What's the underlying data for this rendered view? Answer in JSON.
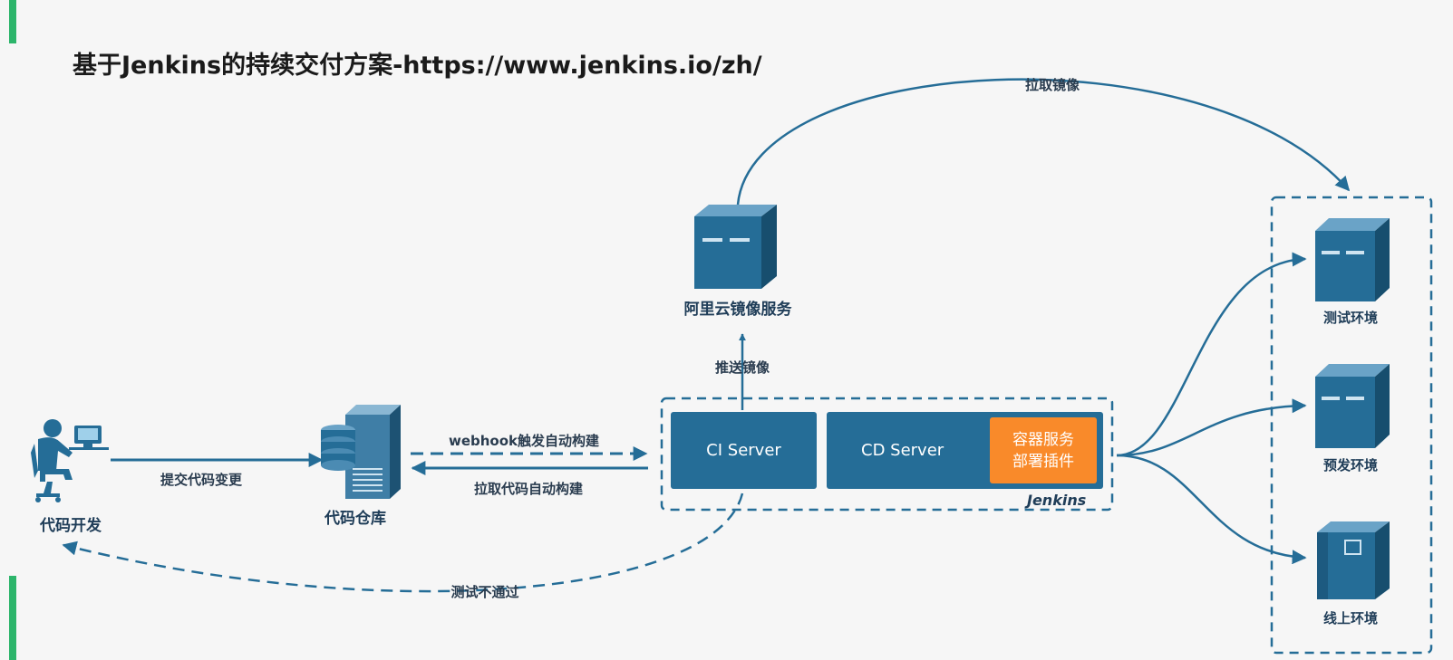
{
  "title": "基于Jenkins的持续交付方案-https://www.jenkins.io/zh/",
  "nodes": {
    "developer": "代码开发",
    "repo": "代码仓库",
    "registry": "阿里云镜像服务",
    "test_env": "测试环境",
    "pre_env": "预发环境",
    "prod_env": "线上环境"
  },
  "jenkins": {
    "label": "Jenkins",
    "ci_server": "CI Server",
    "cd_server": "CD Server",
    "plugin_line1": "容器服务",
    "plugin_line2": "部署插件"
  },
  "edges": {
    "commit": "提交代码变更",
    "webhook": "webhook触发自动构建",
    "pull_code": "拉取代码自动构建",
    "push_image": "推送镜像",
    "pull_image": "拉取镜像",
    "test_fail": "测试不通过"
  },
  "colors": {
    "diagram_blue": "#256d97",
    "accent_orange": "#f98a2a",
    "green_bar": "#2db56b"
  }
}
